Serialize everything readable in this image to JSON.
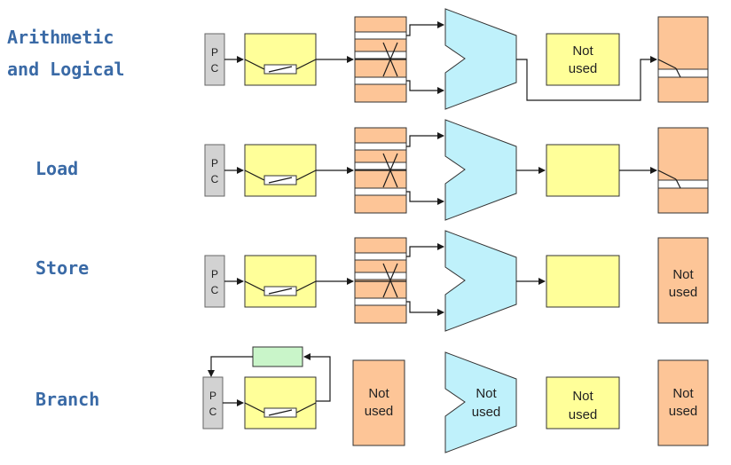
{
  "rows": [
    {
      "label_line1": "Arithmetic",
      "label_line2": "and Logical",
      "alu_text": [
        "",
        ""
      ],
      "dmem_text": [
        "Not",
        "used"
      ],
      "wb_text": [
        "",
        ""
      ]
    },
    {
      "label_line1": "Load",
      "label_line2": "",
      "alu_text": [
        "",
        ""
      ],
      "dmem_text": [
        "",
        ""
      ],
      "wb_text": [
        "",
        ""
      ]
    },
    {
      "label_line1": "Store",
      "label_line2": "",
      "alu_text": [
        "",
        ""
      ],
      "dmem_text": [
        "",
        ""
      ],
      "wb_text": [
        "Not",
        "used"
      ]
    },
    {
      "label_line1": "Branch",
      "label_line2": "",
      "reg_text": [
        "Not",
        "used"
      ],
      "alu_text": [
        "Not",
        "used"
      ],
      "dmem_text": [
        "Not",
        "used"
      ],
      "wb_text": [
        "Not",
        "used"
      ]
    }
  ],
  "pc": {
    "line1": "P",
    "line2": "C"
  },
  "colors": {
    "label": "#3a6aa6",
    "pc": "#d2d2d2",
    "instruction_memory": "#ffff99",
    "register_file": "#fdc597",
    "alu": "#bff1fb",
    "adder": "#c9f5c9"
  }
}
